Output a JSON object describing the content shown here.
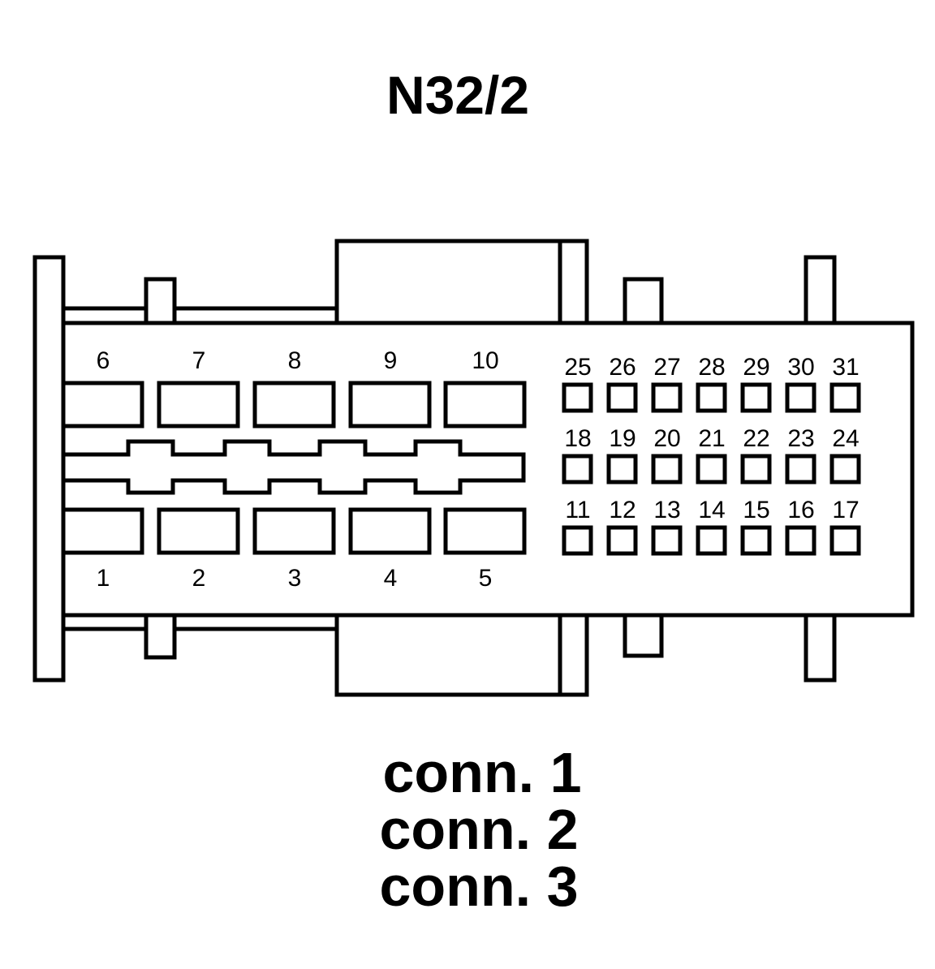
{
  "title": "N32/2",
  "pins": {
    "large_top": [
      "6",
      "7",
      "8",
      "9",
      "10"
    ],
    "large_bottom": [
      "1",
      "2",
      "3",
      "4",
      "5"
    ],
    "small_row1": [
      "25",
      "26",
      "27",
      "28",
      "29",
      "30",
      "31"
    ],
    "small_row2": [
      "18",
      "19",
      "20",
      "21",
      "22",
      "23",
      "24"
    ],
    "small_row3": [
      "11",
      "12",
      "13",
      "14",
      "15",
      "16",
      "17"
    ]
  },
  "connectors": [
    "conn. 1",
    "conn. 2",
    "conn. 3"
  ]
}
